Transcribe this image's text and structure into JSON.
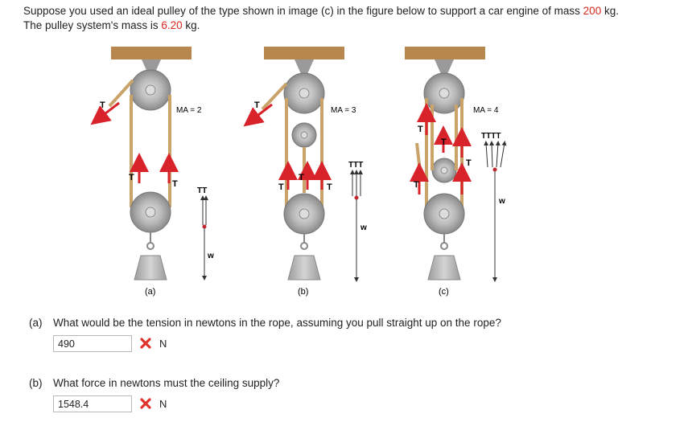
{
  "problem": {
    "line1_pre": "Suppose you used an ideal pulley of the type shown in image (c) in the figure below to support a car engine of mass ",
    "engine_mass": "200",
    "line1_post": " kg.",
    "line2_pre": "The pulley system's mass is ",
    "pulley_mass": "6.20",
    "line2_post": " kg."
  },
  "figure": {
    "panels": [
      {
        "caption": "(a)",
        "ma": "MA = 2"
      },
      {
        "caption": "(b)",
        "ma": "MA = 3"
      },
      {
        "caption": "(c)",
        "ma": "MA = 4"
      }
    ],
    "tension_label": "T",
    "weight_label": "w",
    "fbd_a": "TT",
    "fbd_b": "TTT",
    "fbd_c": "TTTT"
  },
  "questions": [
    {
      "label": "(a)",
      "text": "What would be the tension in newtons in the rope, assuming you pull straight up on the rope?",
      "answer": "490",
      "unit": "N",
      "status": "incorrect"
    },
    {
      "label": "(b)",
      "text": "What force in newtons must the ceiling supply?",
      "answer": "1548.4",
      "unit": "N",
      "status": "incorrect"
    }
  ],
  "colors": {
    "highlight": "#d9261c",
    "arrow": "#d8232a",
    "ceiling": "#b8874e",
    "rope": "#c9a36a"
  }
}
